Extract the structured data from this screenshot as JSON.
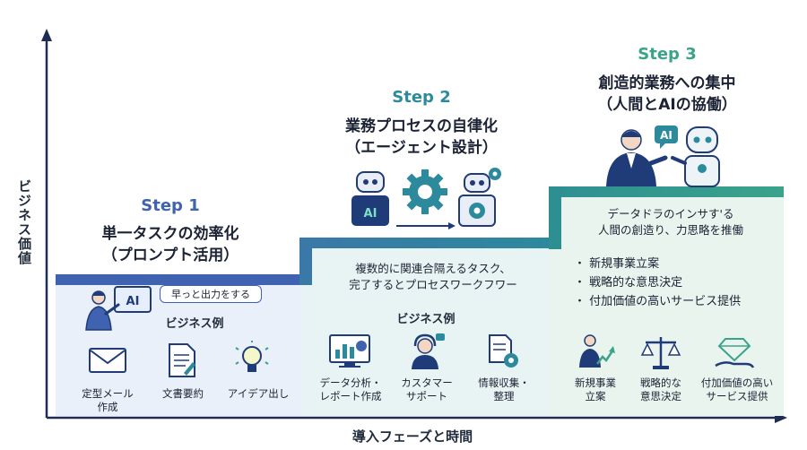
{
  "axes": {
    "y_label": "ビジネス価値",
    "x_label": "導入フェーズと時間"
  },
  "steps": [
    {
      "label": "Step 1",
      "title_line1": "単一タスクの効率化",
      "title_line2": "（プロンプト活用）",
      "bubble": "早っと出力をする",
      "examples_heading": "ビジネス例",
      "examples": [
        {
          "icon": "mail-icon",
          "label": "定型メール\n作成"
        },
        {
          "icon": "document-icon",
          "label": "文書要約"
        },
        {
          "icon": "lightbulb-icon",
          "label": "アイデア出し"
        }
      ],
      "color": "#3f63b0"
    },
    {
      "label": "Step 2",
      "title_line1": "業務プロセスの自律化",
      "title_line2": "（エージェント設計）",
      "description_line1": "複数的に関連合隔えるタスク、",
      "description_line2": "完了するとプロセスワークフワー",
      "examples_heading": "ビジネス例",
      "examples": [
        {
          "icon": "analytics-icon",
          "label": "データ分析・\nレポート作成"
        },
        {
          "icon": "headset-icon",
          "label": "カスタマー\nサポート"
        },
        {
          "icon": "documents-gear-icon",
          "label": "情報収集・\n整理"
        }
      ],
      "color": "#2c8a9c"
    },
    {
      "label": "Step 3",
      "title_line1": "創造的業務への集中",
      "title_line2": "（人間とAIの協働）",
      "ai_badge": "AI",
      "description_line1": "データドラのインサす'る",
      "description_line2": "人間の創造り、力思略を推働",
      "bullets": [
        "新規事業立案",
        "戦略的な意思決定",
        "付加価値の高いサービス提供"
      ],
      "examples": [
        {
          "icon": "growth-person-icon",
          "label": "新規事業\n立案"
        },
        {
          "icon": "scales-icon",
          "label": "戦略的な\n意思決定"
        },
        {
          "icon": "gem-hand-icon",
          "label": "付加価値の高い\nサービス提供"
        }
      ],
      "color": "#3aa38a"
    }
  ],
  "robot_ai_label": "AI"
}
